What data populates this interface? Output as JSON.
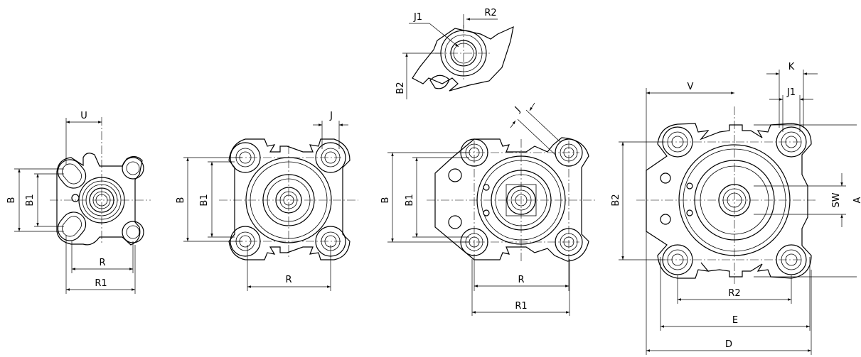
{
  "view1": {
    "labels": {
      "U": "U",
      "B": "B",
      "B1": "B1",
      "R": "R",
      "R1": "R1"
    }
  },
  "view2": {
    "labels": {
      "J": "J",
      "B": "B",
      "B1": "B1",
      "R": "R"
    }
  },
  "view3": {
    "labels": {
      "J": "J",
      "B": "B",
      "B1": "B1",
      "R": "R",
      "R1": "R1"
    }
  },
  "view4": {
    "labels": {
      "K": "K",
      "J1": "J1",
      "V": "V",
      "B2": "B2",
      "SW": "SW",
      "A": "A",
      "R2": "R2",
      "E": "E",
      "D": "D"
    }
  },
  "detail": {
    "labels": {
      "J1": "J1",
      "R2": "R2",
      "B2": "B2"
    }
  }
}
